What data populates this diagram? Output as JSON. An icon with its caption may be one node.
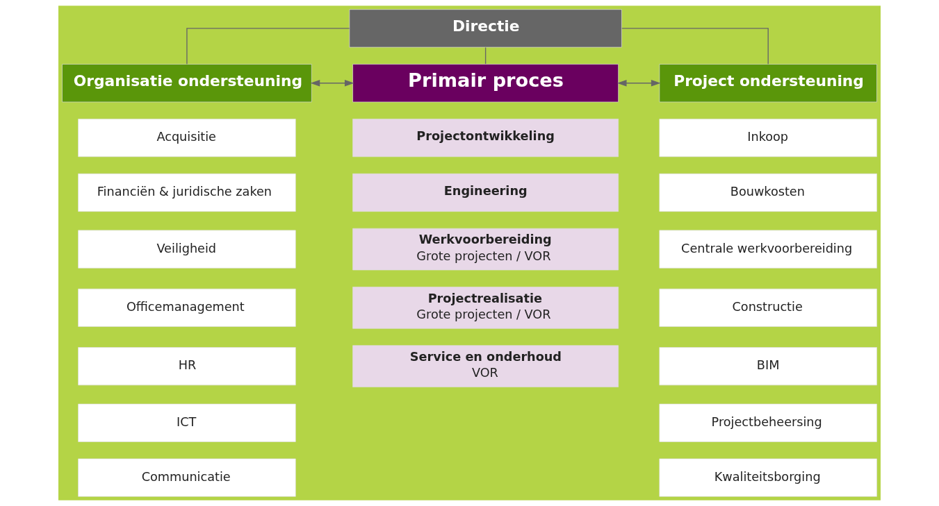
{
  "diagram": {
    "nodes": [
      {
        "text": [
          "Directie"
        ]
      },
      {
        "text": [
          "Organisatie ondersteuning"
        ]
      },
      {
        "text": [
          "Primair proces"
        ]
      },
      {
        "text": [
          "Project ondersteuning"
        ]
      },
      {
        "text": [
          "Acquisitie"
        ]
      },
      {
        "text": [
          "Financiën & juridische zaken"
        ]
      },
      {
        "text": [
          "Veiligheid"
        ]
      },
      {
        "text": [
          "Officemanagement"
        ]
      },
      {
        "text": [
          "HR"
        ]
      },
      {
        "text": [
          "ICT"
        ]
      },
      {
        "text": [
          "Communicatie"
        ]
      },
      {
        "text": [
          "Projectontwikkeling"
        ]
      },
      {
        "text": [
          "Engineering"
        ]
      },
      {
        "text": [
          "Werkvoorbereiding",
          "Grote projecten / VOR"
        ]
      },
      {
        "text": [
          "Projectrealisatie",
          "Grote projecten / VOR"
        ]
      },
      {
        "text": [
          "Service en onderhoud",
          "VOR"
        ]
      },
      {
        "text": [
          "Inkoop"
        ]
      },
      {
        "text": [
          "Bouwkosten"
        ]
      },
      {
        "text": [
          "Centrale werkvoorbereiding"
        ]
      },
      {
        "text": [
          "Constructie"
        ]
      },
      {
        "text": [
          "BIM"
        ]
      },
      {
        "text": [
          "Projectbeheersing"
        ]
      },
      {
        "text": [
          "Kwaliteitsborging"
        ]
      }
    ],
    "edges": [
      {
        "from": 0,
        "to": 1,
        "arrow": "none"
      },
      {
        "from": 0,
        "to": 2,
        "arrow": "none"
      },
      {
        "from": 0,
        "to": 3,
        "arrow": "none"
      },
      {
        "from": 1,
        "to": 2,
        "arrow": "both"
      },
      {
        "from": 2,
        "to": 3,
        "arrow": "both"
      }
    ]
  }
}
